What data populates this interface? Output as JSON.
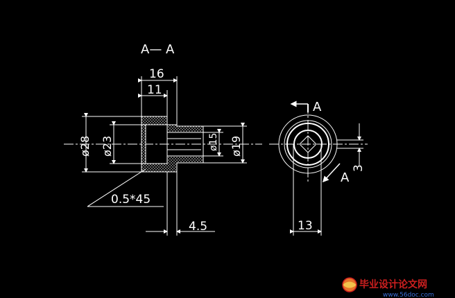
{
  "colors": {
    "background": "#000000",
    "line": "#ffffff",
    "hatch": "#d9d9d9",
    "watermark_red": "#cc1f1f",
    "watermark_url": "#3a6fd8"
  },
  "section_view": {
    "title": "A— A",
    "dim_16": "16",
    "dim_11": "11",
    "dim_phi28": "ø28",
    "dim_phi23": "ø23",
    "dim_phi15": "ø15",
    "dim_phi19": "ø19",
    "dim_chamfer": "0.5*45",
    "dim_4_5": "4.5"
  },
  "end_view": {
    "section_label_top": "A",
    "section_label_bottom": "A",
    "dim_3": "3",
    "dim_13": "13"
  },
  "watermark": {
    "logo_icon": "globe-logo-icon",
    "title": "毕业设计论文网",
    "url": "www.56doc.com"
  }
}
